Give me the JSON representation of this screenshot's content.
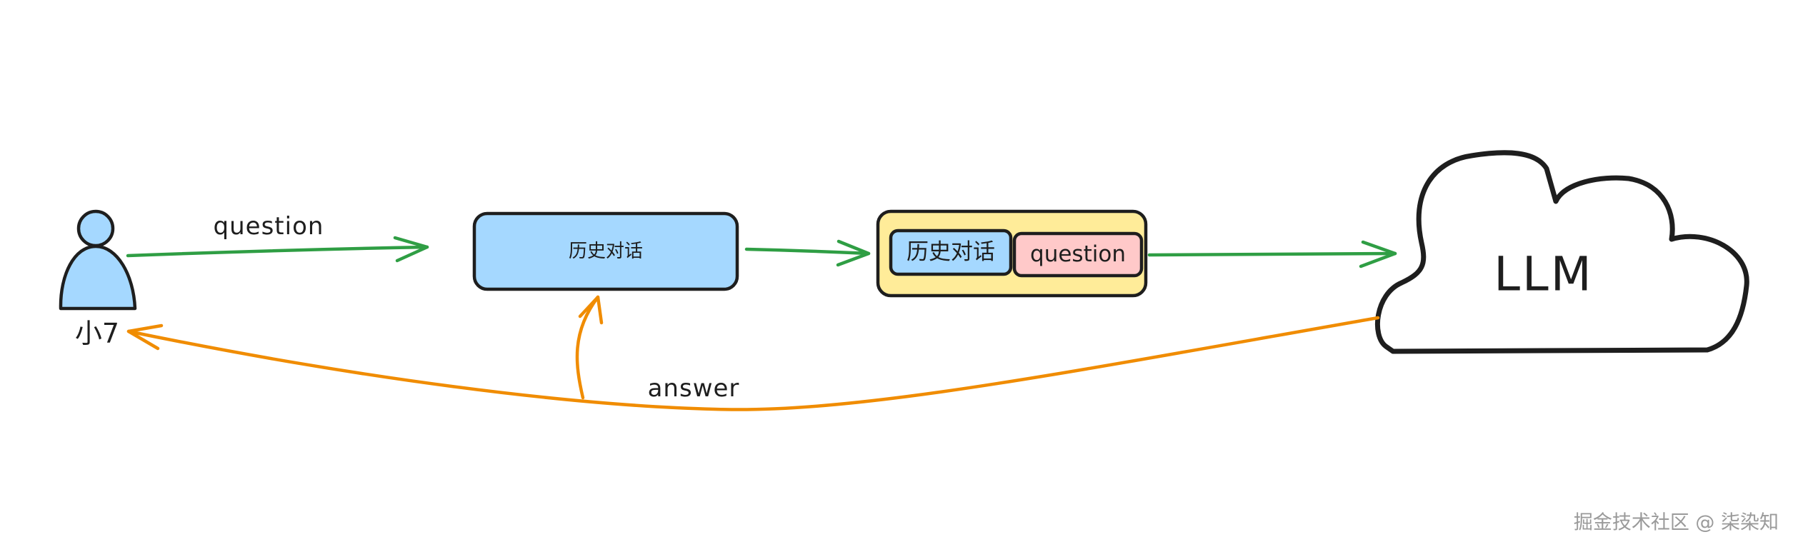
{
  "diagram": {
    "user": {
      "label": "小7",
      "icon": "person-icon"
    },
    "request_edge": {
      "label": "question"
    },
    "history_node": {
      "label": "历史对话"
    },
    "prompt_node": {
      "history_label": "历史对话",
      "question_label": "question"
    },
    "llm_node": {
      "label": "LLM",
      "icon": "cloud-icon"
    },
    "answer_edge": {
      "label": "answer"
    }
  },
  "watermark": {
    "text": "掘金技术社区 @ 柒染知"
  },
  "colors": {
    "ink": "#1e1e1e",
    "request_edge": "#2f9e44",
    "answer_edge": "#f08c00",
    "user_fill": "#a5d8ff",
    "history_fill": "#a5d8ff",
    "prompt_fill": "#ffec99",
    "question_fill": "#ffc9c9",
    "llm_fill": "#ffffff",
    "watermark": "#9a9a9a"
  }
}
